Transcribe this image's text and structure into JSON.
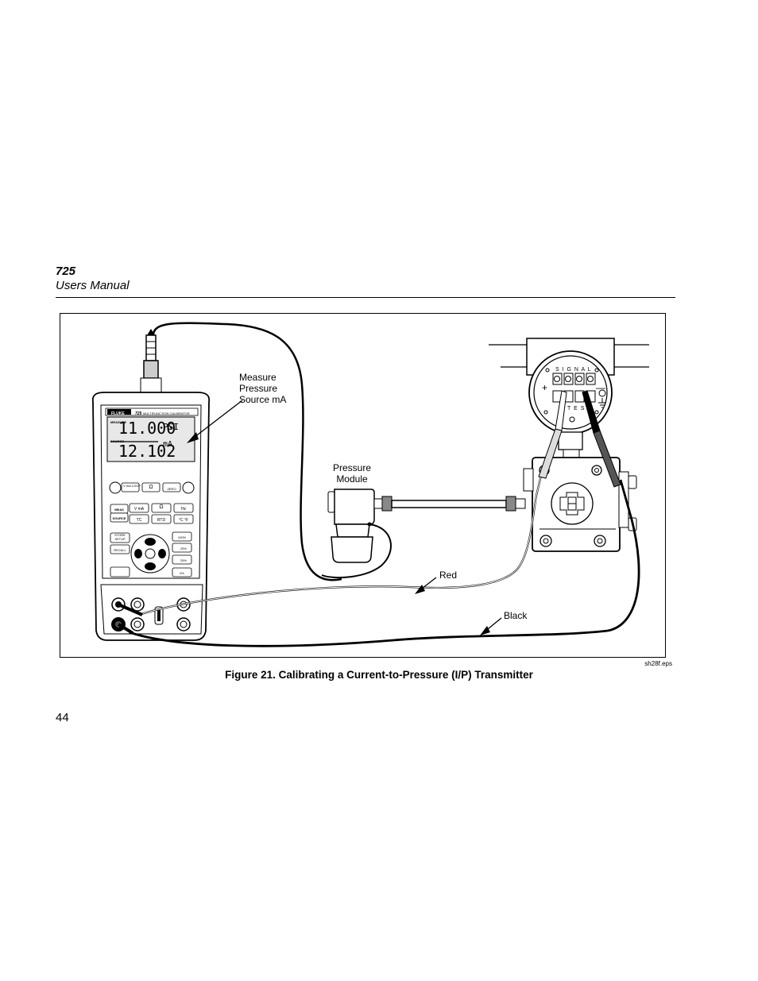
{
  "header": {
    "model": "725",
    "title": "Users Manual"
  },
  "figure": {
    "callouts": {
      "measure_line1": "Measure",
      "measure_line2": "Pressure",
      "measure_line3": "Source mA",
      "module_line1": "Pressure",
      "module_line2": "Module",
      "red": "Red",
      "black": "Black"
    },
    "calibrator": {
      "brand": "FLUKE",
      "model": "725",
      "subtitle": "MULTIFUNCTION CALIBRATOR",
      "measure_tag": "MEASURE",
      "source_tag": "SOURCE",
      "measure_value": "11.000",
      "measure_unit": "PSI",
      "source_value": "12.102",
      "source_unit": "mA",
      "keys": {
        "vma_loop": "V mA LOOP",
        "ohm": "Ω",
        "zero": "ZERO",
        "meas": "MEAS",
        "source": "SOURCE",
        "v_ma": "V mA",
        "ohm2": "Ω",
        "hz": "Hz",
        "tc": "TC",
        "rtd": "RTD",
        "cf": "°C °F",
        "store_setup": "STORE SETUP",
        "recall": "RECALL",
        "p100": "100%",
        "p25a": "25%",
        "p25b": "25%",
        "p0": "0%"
      }
    },
    "transmitter": {
      "signal_label": "S I G N A L",
      "test_label": "T E S T",
      "plus": "+",
      "minus": "—"
    },
    "filename": "sh28f.eps"
  },
  "caption": "Figure 21. Calibrating a Current-to-Pressure (I/P) Transmitter",
  "page_number": "44"
}
